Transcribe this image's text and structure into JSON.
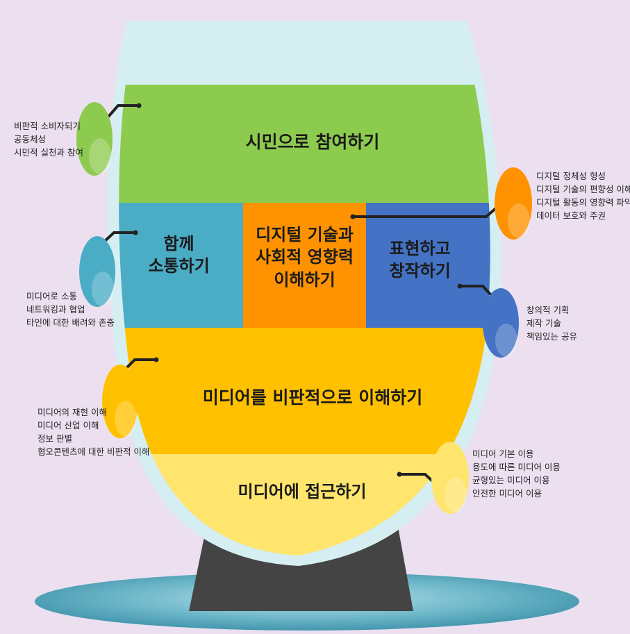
{
  "layers": {
    "participate": {
      "label": "시민으로 참여하기",
      "color": "#8dcb4f"
    },
    "communicate": {
      "label": "함께\n소통하기",
      "color": "#4bacc6"
    },
    "understand_digital": {
      "label": "디지털 기술과\n사회적 영향력\n이해하기",
      "color": "#ff9200"
    },
    "express": {
      "label": "표현하고\n창작하기",
      "color": "#4472c4"
    },
    "critical": {
      "label": "미디어를 비판적으로 이해하기",
      "color": "#ffc000"
    },
    "access": {
      "label": "미디어에 접근하기",
      "color": "#ffe56d"
    }
  },
  "callouts": {
    "participate": [
      "비판적 소비자되기",
      "공동체성",
      "시민적 실천과 참여"
    ],
    "communicate": [
      "미디어로 소통",
      "네트워킹과 협업",
      "타인에 대한 배려와 존중"
    ],
    "understand_digital": [
      "디지털 정체성 형성",
      "디지털 기술의 편향성 이해",
      "디지털 활동의 영향력 파악",
      "데이터 보호와 주권"
    ],
    "express": [
      "창의적 기획",
      "제작 기술",
      "책임있는 공유"
    ],
    "critical": [
      "미디어의 재현 이해",
      "미디어 산업 이해",
      "정보 판별",
      "혐오콘텐츠에 대한 비판적 이해"
    ],
    "access": [
      "미디어 기본 이용",
      "용도에 따른 미디어 이용",
      "균형있는 미디어 이용",
      "안전한 미디어 이용"
    ]
  }
}
